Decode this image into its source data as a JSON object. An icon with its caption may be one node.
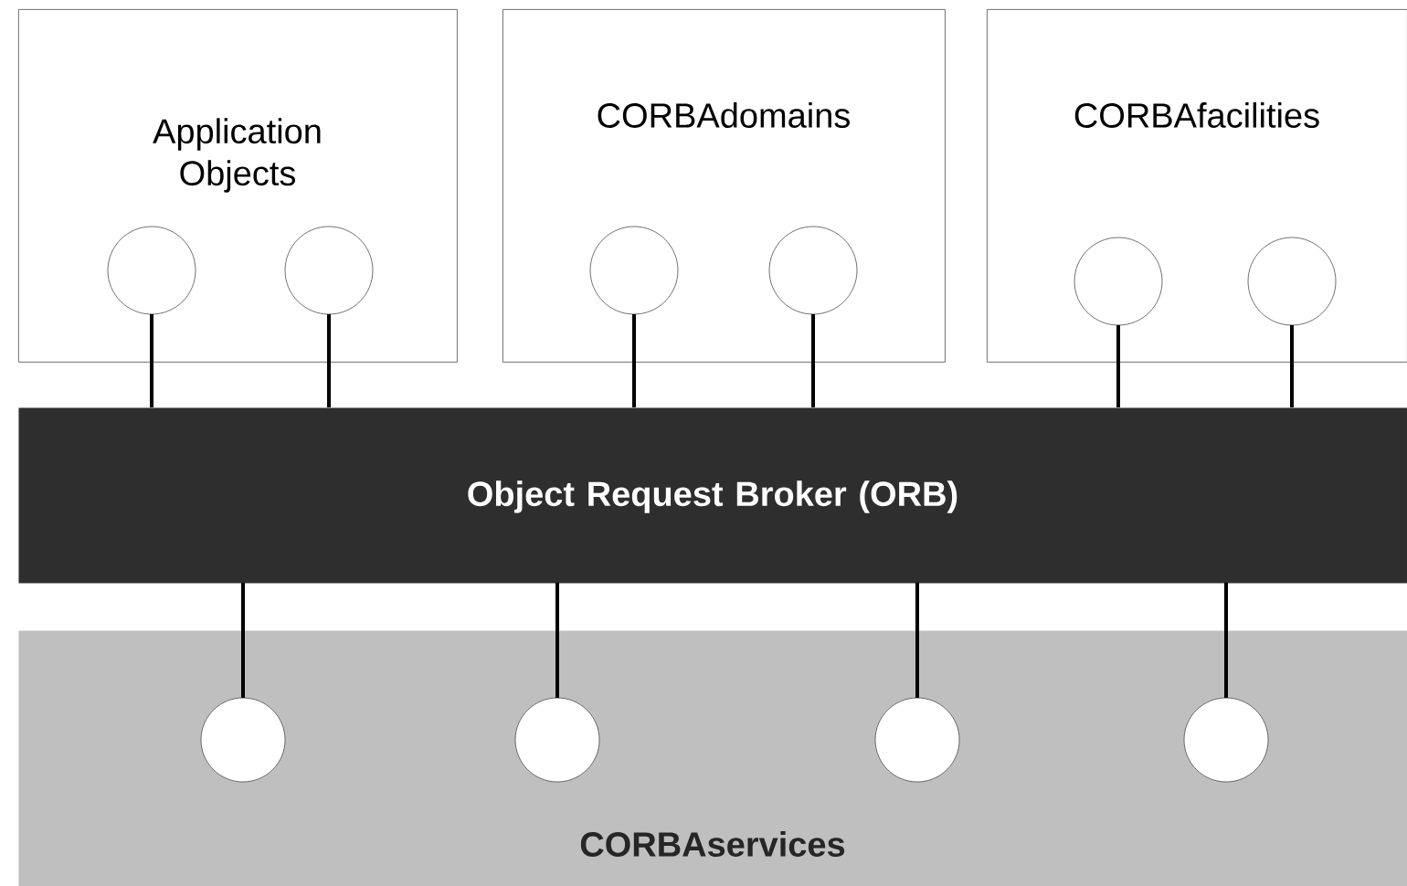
{
  "diagram": {
    "nodes": [
      {
        "text": [
          "Application Objects"
        ]
      },
      {
        "text": [],
        "shape": "circle",
        "in": 0
      },
      {
        "text": [],
        "shape": "circle",
        "in": 0
      },
      {
        "text": [
          "CORBAdomains"
        ]
      },
      {
        "text": [],
        "shape": "circle",
        "in": 3
      },
      {
        "text": [],
        "shape": "circle",
        "in": 3
      },
      {
        "text": [
          "CORBAfacilities"
        ]
      },
      {
        "text": [],
        "shape": "circle",
        "in": 6
      },
      {
        "text": [],
        "shape": "circle",
        "in": 6
      },
      {
        "text": [
          "Object Request Broker (ORB)"
        ]
      },
      {
        "text": [
          "CORBAservices"
        ]
      },
      {
        "text": [],
        "shape": "circle",
        "in": 10
      },
      {
        "text": [],
        "shape": "circle",
        "in": 10
      },
      {
        "text": [],
        "shape": "circle",
        "in": 10
      },
      {
        "text": [],
        "shape": "circle",
        "in": 10
      }
    ],
    "edges": [
      {
        "from": 1,
        "to": 9,
        "arrow": "none"
      },
      {
        "from": 2,
        "to": 9,
        "arrow": "none"
      },
      {
        "from": 4,
        "to": 9,
        "arrow": "none"
      },
      {
        "from": 5,
        "to": 9,
        "arrow": "none"
      },
      {
        "from": 7,
        "to": 9,
        "arrow": "none"
      },
      {
        "from": 8,
        "to": 9,
        "arrow": "none"
      },
      {
        "from": 9,
        "to": 11,
        "arrow": "none"
      },
      {
        "from": 9,
        "to": 12,
        "arrow": "none"
      },
      {
        "from": 9,
        "to": 13,
        "arrow": "none"
      },
      {
        "from": 9,
        "to": 14,
        "arrow": "none"
      }
    ]
  }
}
